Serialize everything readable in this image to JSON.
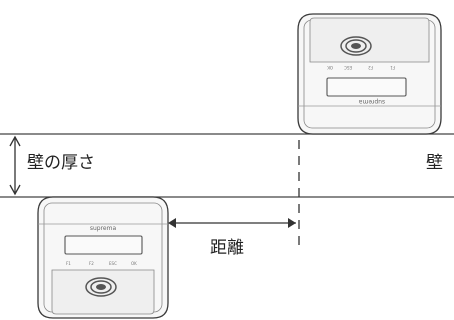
{
  "labels": {
    "wall_thickness": "壁の厚さ",
    "wall": "壁",
    "distance": "距離"
  },
  "device": {
    "brand": "suprema",
    "buttons": [
      "F1",
      "F2",
      "ESC",
      "OK"
    ]
  },
  "colors": {
    "line": "#333333",
    "device_body": "#f7f7f7",
    "device_outline": "#3a3a3a",
    "sensor_ring": "#555555"
  }
}
